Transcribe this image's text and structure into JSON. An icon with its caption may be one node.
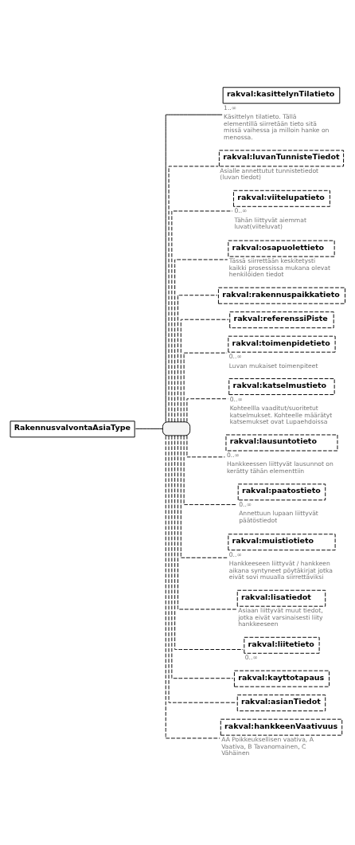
{
  "diagram": {
    "nodes": [
      {
        "text": [
          "RakennusvalvontaAsiaType"
        ]
      },
      {
        "text": [],
        "shape": "box"
      },
      {
        "text": [
          "rakval:kasittelynTilatieto"
        ],
        "beside": [
          "1..∞",
          "Käsittelyn tilatieto. Tällä elementillä siirretään tieto sitä missä vaihessa ja milloin hanke on menossa."
        ]
      },
      {
        "text": [
          "rakval:luvanTunnisteTiedot"
        ],
        "beside": [
          "Asialle annettutut tunnistetiedot (luvan tiedot)"
        ]
      },
      {
        "text": [
          "rakval:viitelupatieto"
        ],
        "beside": [
          "0..∞",
          "Tähän liittyvät aiemmat luvat(viiteluvat)"
        ]
      },
      {
        "text": [
          "rakval:osapuolettieto"
        ],
        "beside": [
          "Tässä siirrettään keskitetysti kaikki prosessissa mukana olevat henkilöiden tiedot"
        ]
      },
      {
        "text": [
          "rakval:rakennuspaikkatieto"
        ]
      },
      {
        "text": [
          "rakval:referenssiPiste"
        ]
      },
      {
        "text": [
          "rakval:toimenpidetieto"
        ],
        "beside": [
          "0..∞",
          "Luvan mukaiset toimenpiteet"
        ]
      },
      {
        "text": [
          "rakval:katselmustieto"
        ],
        "beside": [
          "0..∞",
          "Kohteellla vaaditut/suoritetut katselmukset. Kohteelle määrätyt katsemukset ovat Lupaehdoissa"
        ]
      },
      {
        "text": [
          "rakval:lausuntotieto"
        ],
        "beside": [
          "0..∞",
          "Hankkeessen liittyvät lausunnot on kerätty tähän elementtiin"
        ]
      },
      {
        "text": [
          "rakval:paatostieto"
        ],
        "beside": [
          "0..∞",
          "Annettuun lupaan liittyvät päätöstiedot"
        ]
      },
      {
        "text": [
          "rakval:muistiotieto"
        ],
        "beside": [
          "0..∞",
          "Hankkeeseen liittyvät / hankkeen aikana syntyneet pöytäkirjat jotka eivät sovi muualla siirrettäviksi"
        ]
      },
      {
        "text": [
          "rakval:lisatiedot"
        ],
        "beside": [
          "Asiaan liittyvät muut tiedot, jotka eivät varsinaisesti liity hankkeeseen"
        ]
      },
      {
        "text": [
          "rakval:liitetieto"
        ],
        "beside": [
          "0..∞"
        ]
      },
      {
        "text": [
          "rakval:kayttotapaus"
        ]
      },
      {
        "text": [
          "rakval:asianTiedot"
        ]
      },
      {
        "text": [
          "rakval:hankkeenVaativuus"
        ],
        "beside": [
          "AA Poikkeuksellisen vaativa, A Vaativa, B Tavanomainen, C Vähäinen"
        ]
      }
    ],
    "edges": [
      {
        "from": 0,
        "to": 1,
        "arrow": "none"
      },
      {
        "from": 1,
        "to": 2,
        "arrow": "none"
      },
      {
        "from": 1,
        "to": 3,
        "arrow": "none",
        "style": "dashed"
      },
      {
        "from": 1,
        "to": 4,
        "arrow": "none",
        "style": "dashed"
      },
      {
        "from": 1,
        "to": 5,
        "arrow": "none",
        "style": "dashed"
      },
      {
        "from": 1,
        "to": 6,
        "arrow": "none",
        "style": "dashed"
      },
      {
        "from": 1,
        "to": 7,
        "arrow": "none",
        "style": "dashed"
      },
      {
        "from": 1,
        "to": 8,
        "arrow": "none",
        "style": "dashed"
      },
      {
        "from": 1,
        "to": 9,
        "arrow": "none",
        "style": "dashed"
      },
      {
        "from": 1,
        "to": 10,
        "arrow": "none",
        "style": "dashed"
      },
      {
        "from": 1,
        "to": 11,
        "arrow": "none",
        "style": "dashed"
      },
      {
        "from": 1,
        "to": 12,
        "arrow": "none",
        "style": "dashed"
      },
      {
        "from": 1,
        "to": 13,
        "arrow": "none",
        "style": "dashed"
      },
      {
        "from": 1,
        "to": 14,
        "arrow": "none",
        "style": "dashed"
      },
      {
        "from": 1,
        "to": 15,
        "arrow": "none",
        "style": "dashed"
      },
      {
        "from": 1,
        "to": 16,
        "arrow": "none",
        "style": "dashed"
      },
      {
        "from": 1,
        "to": 17,
        "arrow": "none",
        "style": "dashed"
      }
    ]
  }
}
